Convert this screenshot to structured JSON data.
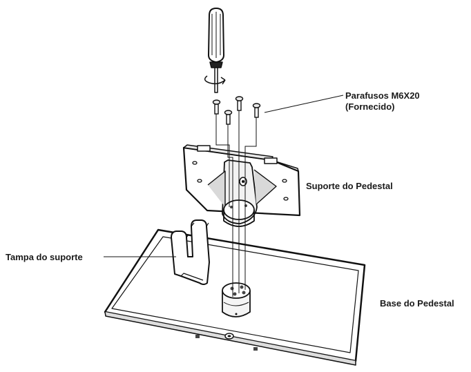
{
  "labels": {
    "screws_line1": "Parafusos M6X20",
    "screws_line2": "(Fornecido)",
    "bracket": "Suporte do Pedestal",
    "cover": "Tampa do suporte",
    "base": "Base do Pedestal"
  }
}
